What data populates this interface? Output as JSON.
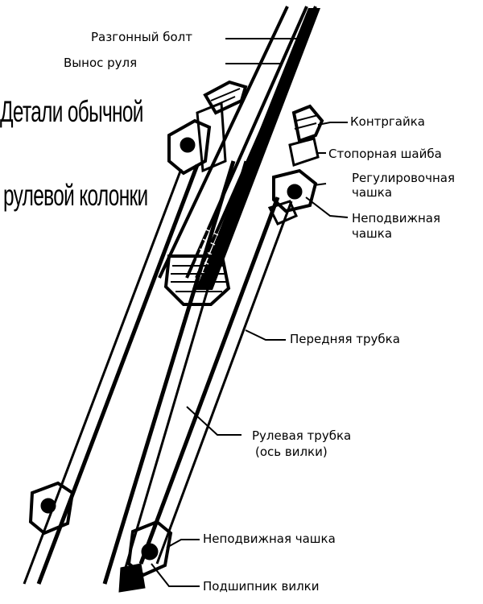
{
  "title": {
    "line1": "Детали обычной",
    "line2": "рулевой колонки"
  },
  "labels": {
    "expander_bolt": "Разгонный болт",
    "stem": "Вынос руля",
    "locknut": "Контргайка",
    "lock_washer": "Стопорная шайба",
    "adjusting_cup_line1": "Регулировочная",
    "adjusting_cup_line2": "чашка",
    "fixed_cup_top_line1": "Неподвижная",
    "fixed_cup_top_line2": "чашка",
    "head_tube": "Передняя трубка",
    "steerer_line1": "Рулевая трубка",
    "steerer_line2": "(ось вилки)",
    "fixed_cup_bottom": "Неподвижная чашка",
    "fork_bearing": "Подшипник вилки"
  },
  "colors": {
    "ink": "#000000",
    "paper": "#ffffff"
  }
}
